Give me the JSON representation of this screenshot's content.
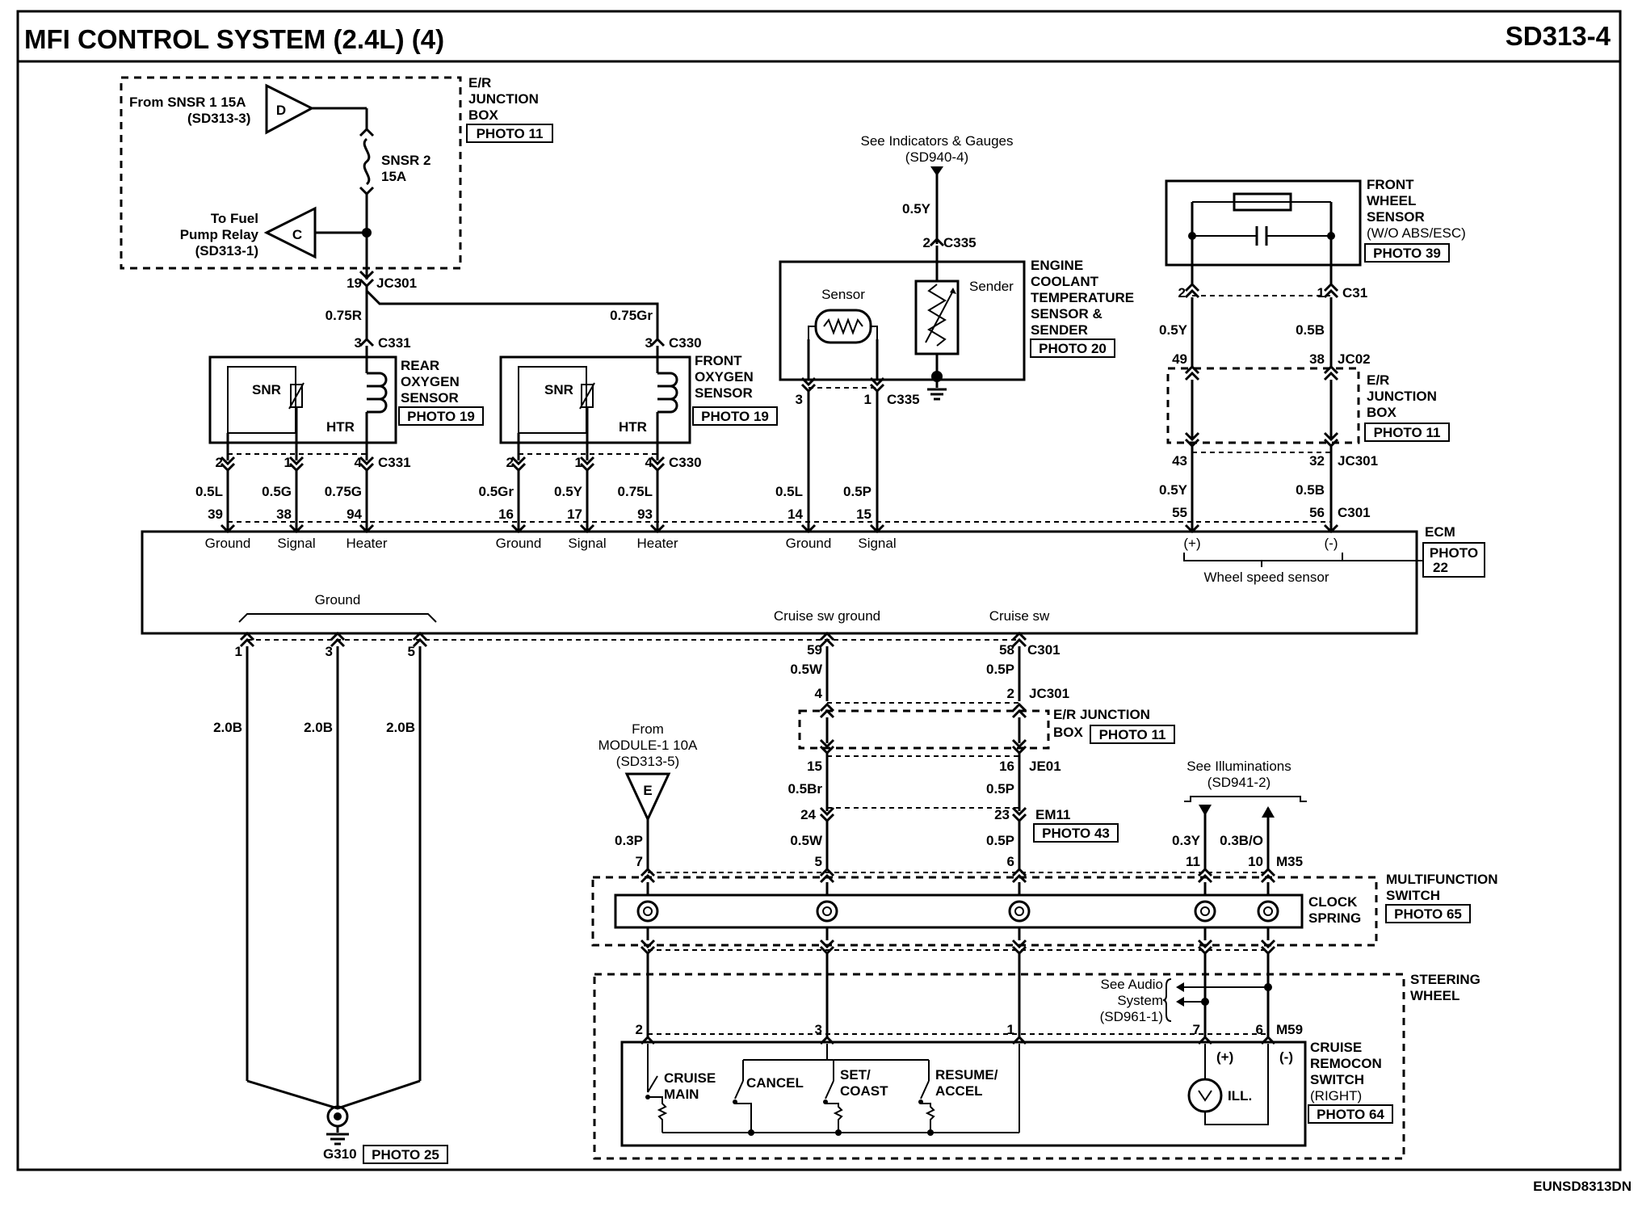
{
  "header": {
    "title": "MFI CONTROL SYSTEM (2.4L) (4)",
    "code": "SD313-4"
  },
  "footer": {
    "code": "EUNSD8313DN"
  },
  "junction_box_top": {
    "from_label": "From SNSR 1 15A",
    "from_ref": "(SD313-3)",
    "connector_d": "D",
    "fuse_name": "SNSR 2",
    "fuse_rating": "15A",
    "to_label1": "To Fuel",
    "to_label2": "Pump Relay",
    "to_ref": "(SD313-1)",
    "connector_c": "C",
    "title1": "E/R",
    "title2": "JUNCTION",
    "title3": "BOX",
    "photo": "PHOTO 11",
    "jc_pin": "19",
    "jc_name": "JC301"
  },
  "rear_o2": {
    "wire_feed": "0.75R",
    "pin_top": "3",
    "conn_top": "C331",
    "snr": "SNR",
    "htr": "HTR",
    "title1": "REAR",
    "title2": "OXYGEN",
    "title3": "SENSOR",
    "photo": "PHOTO 19",
    "pins": [
      "2",
      "1",
      "4"
    ],
    "conn_bottom": "C331",
    "wires": [
      "0.5L",
      "0.5G",
      "0.75G"
    ],
    "ecm_pins": [
      "39",
      "38",
      "94"
    ]
  },
  "front_o2": {
    "wire_feed": "0.75Gr",
    "pin_top": "3",
    "conn_top": "C330",
    "snr": "SNR",
    "htr": "HTR",
    "title1": "FRONT",
    "title2": "OXYGEN",
    "title3": "SENSOR",
    "photo": "PHOTO 19",
    "pins": [
      "2",
      "1",
      "4"
    ],
    "conn_bottom": "C330",
    "wires": [
      "0.5Gr",
      "0.5Y",
      "0.75L"
    ],
    "ecm_pins": [
      "16",
      "17",
      "93"
    ]
  },
  "ect": {
    "see1": "See Indicators & Gauges",
    "see2": "(SD940-4)",
    "wire_top": "0.5Y",
    "pin_top": "2",
    "conn_top": "C335",
    "sensor": "Sensor",
    "sender": "Sender",
    "title1": "ENGINE",
    "title2": "COOLANT",
    "title3": "TEMPERATURE",
    "title4": "SENSOR &",
    "title5": "SENDER",
    "photo": "PHOTO 20",
    "pins": [
      "3",
      "1"
    ],
    "conn_bottom": "C335",
    "wires": [
      "0.5L",
      "0.5P"
    ],
    "ecm_pins": [
      "14",
      "15"
    ]
  },
  "wheel": {
    "title1": "FRONT",
    "title2": "WHEEL",
    "title3": "SENSOR",
    "title4": "(W/O ABS/ESC)",
    "photo": "PHOTO 39",
    "pins_c31": [
      "2",
      "1"
    ],
    "conn_c31": "C31",
    "wires_top": [
      "0.5Y",
      "0.5B"
    ],
    "pins_jc02": [
      "49",
      "38"
    ],
    "conn_jc02": "JC02",
    "jb1": "E/R",
    "jb2": "JUNCTION",
    "jb3": "BOX",
    "jb_photo": "PHOTO 11",
    "pins_jc301": [
      "43",
      "32"
    ],
    "conn_jc301": "JC301",
    "wires_bottom": [
      "0.5Y",
      "0.5B"
    ],
    "pins_c301": [
      "55",
      "56"
    ],
    "conn_c301": "C301"
  },
  "ecm": {
    "name": "ECM",
    "photo1": "PHOTO",
    "photo2": "22",
    "labels": [
      "Ground",
      "Signal",
      "Heater",
      "Ground",
      "Signal",
      "Heater",
      "Ground",
      "Signal"
    ],
    "plus": "(+)",
    "minus": "(-)",
    "wss": "Wheel speed sensor",
    "ground": "Ground",
    "cruise_gnd": "Cruise sw ground",
    "cruise_sw": "Cruise sw"
  },
  "ground_wires": {
    "pins": [
      "1",
      "3",
      "5"
    ],
    "wires": [
      "2.0B",
      "2.0B",
      "2.0B"
    ],
    "g": "G310",
    "photo": "PHOTO 25"
  },
  "cruise_path": {
    "pin59": "59",
    "pin58": "58",
    "conn_c301": "C301",
    "w1": "0.5W",
    "w2": "0.5P",
    "pin4": "4",
    "pin2": "2",
    "conn_jc301": "JC301",
    "jb1": "E/R JUNCTION",
    "jb2": "BOX",
    "jb_photo": "PHOTO 11",
    "pin15": "15",
    "pin16": "16",
    "conn_je01": "JE01",
    "w3": "0.5Br",
    "w4": "0.5P",
    "pin24": "24",
    "pin23": "23",
    "conn_em11": "EM11",
    "em_photo": "PHOTO 43",
    "w5": "0.5W",
    "w6": "0.5P"
  },
  "module": {
    "from": "From",
    "name": "MODULE-1 10A",
    "ref": "(SD313-5)",
    "letter": "E",
    "wire": "0.3P"
  },
  "illum": {
    "see1": "See Illuminations",
    "see2": "(SD941-2)",
    "w1": "0.3Y",
    "w2": "0.3B/O"
  },
  "multifunction": {
    "pins": [
      "7",
      "5",
      "6",
      "11",
      "10"
    ],
    "conn": "M35",
    "title1": "MULTIFUNCTION",
    "title2": "SWITCH",
    "photo": "PHOTO 65",
    "cs1": "CLOCK",
    "cs2": "SPRING"
  },
  "steering": {
    "title1": "STEERING",
    "title2": "WHEEL",
    "audio1": "See Audio",
    "audio2": "System",
    "audio3": "(SD961-1)",
    "pins": [
      "2",
      "3",
      "1",
      "7",
      "6"
    ],
    "conn": "M59",
    "sw1a": "CRUISE",
    "sw1b": "MAIN",
    "sw2": "CANCEL",
    "sw3a": "SET/",
    "sw3b": "COAST",
    "sw4a": "RESUME/",
    "sw4b": "ACCEL",
    "plus": "(+)",
    "minus": "(-)",
    "ill": "ILL.",
    "title3": "CRUISE",
    "title4": "REMOCON",
    "title5": "SWITCH",
    "title6": "(RIGHT)",
    "photo": "PHOTO 64"
  }
}
